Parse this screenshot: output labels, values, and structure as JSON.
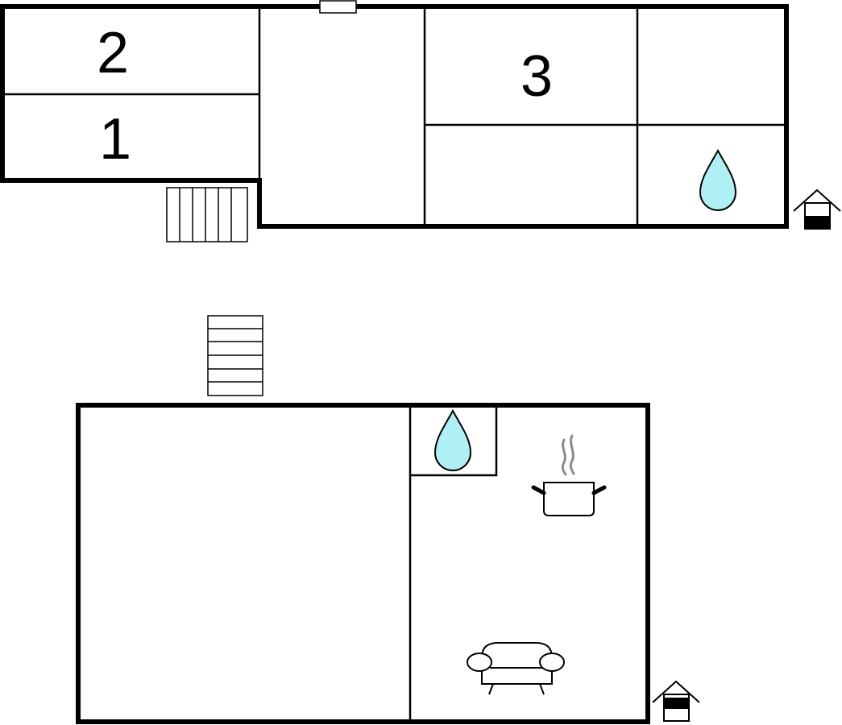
{
  "colors": {
    "wall": "#000000",
    "background": "#ffffff",
    "water": "#aef0f4",
    "steam": "#8a8a8a"
  },
  "upper_floor": {
    "rooms": [
      {
        "id": "room-2",
        "label": "2"
      },
      {
        "id": "room-1",
        "label": "1"
      },
      {
        "id": "room-3",
        "label": "3"
      }
    ],
    "icons": [
      "water-drop-icon",
      "entrance-house-icon",
      "stairs-icon",
      "window-icon"
    ]
  },
  "ground_floor": {
    "icons": [
      "stairs-icon",
      "water-drop-icon",
      "cooking-pot-icon",
      "sofa-icon",
      "entrance-house-icon"
    ]
  }
}
